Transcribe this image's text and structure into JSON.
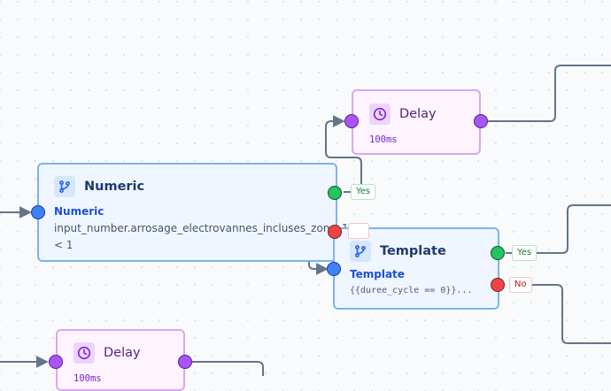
{
  "nodes": {
    "delay_top": {
      "title": "Delay",
      "detail": "100ms",
      "icon": "clock-icon"
    },
    "numeric": {
      "title": "Numeric",
      "subtitle": "Numeric",
      "entity": "input_number.arrosage_electrovannes_incluses_zone_1",
      "condition": "< 1",
      "icon": "branch-icon"
    },
    "template": {
      "title": "Template",
      "subtitle": "Template",
      "expression": "{{duree_cycle == 0}}...",
      "icon": "branch-icon"
    },
    "delay_bottom": {
      "title": "Delay",
      "detail": "100ms",
      "icon": "clock-icon"
    }
  },
  "branches": {
    "yes": "Yes",
    "no": "No"
  },
  "colors": {
    "action_border": "#d8a7f0",
    "condition_border": "#7db3ee",
    "yes": "#22c55e",
    "no": "#ef4444",
    "input_port": "#3b82f6",
    "action_port": "#a855f7",
    "edge": "#64748b"
  }
}
